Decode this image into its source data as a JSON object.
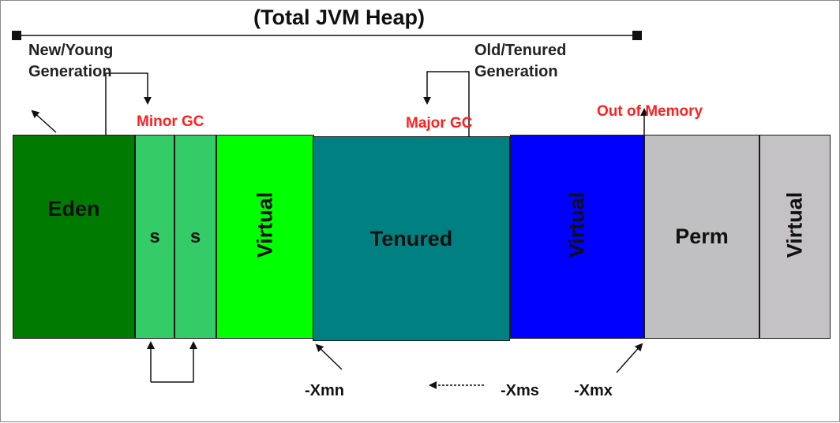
{
  "title": "(Total JVM Heap)",
  "labels": {
    "new_young_line1": "New/Young",
    "new_young_line2": "Generation",
    "old_tenured_line1": "Old/Tenured",
    "old_tenured_line2": "Generation",
    "minor_gc": "Minor GC",
    "major_gc": "Major GC",
    "out_of_memory": "Out of Memory"
  },
  "blocks": {
    "eden": "Eden",
    "survivor1": "s",
    "survivor2": "s",
    "young_virtual": "Virtual",
    "tenured": "Tenured",
    "tenured_virtual": "Virtual",
    "perm": "Perm",
    "perm_virtual": "Virtual"
  },
  "flags": {
    "xmn": "-Xmn",
    "xms": "-Xms",
    "xmx": "-Xmx"
  },
  "colors": {
    "eden": "#017a01",
    "survivor": "#33cc66",
    "young_virtual": "#00ff00",
    "tenured": "#008080",
    "tenured_virtual": "#0000ff",
    "perm": "#c0bfc1",
    "perm_virtual": "#c4c2c5",
    "gc_label": "#ff2020"
  }
}
